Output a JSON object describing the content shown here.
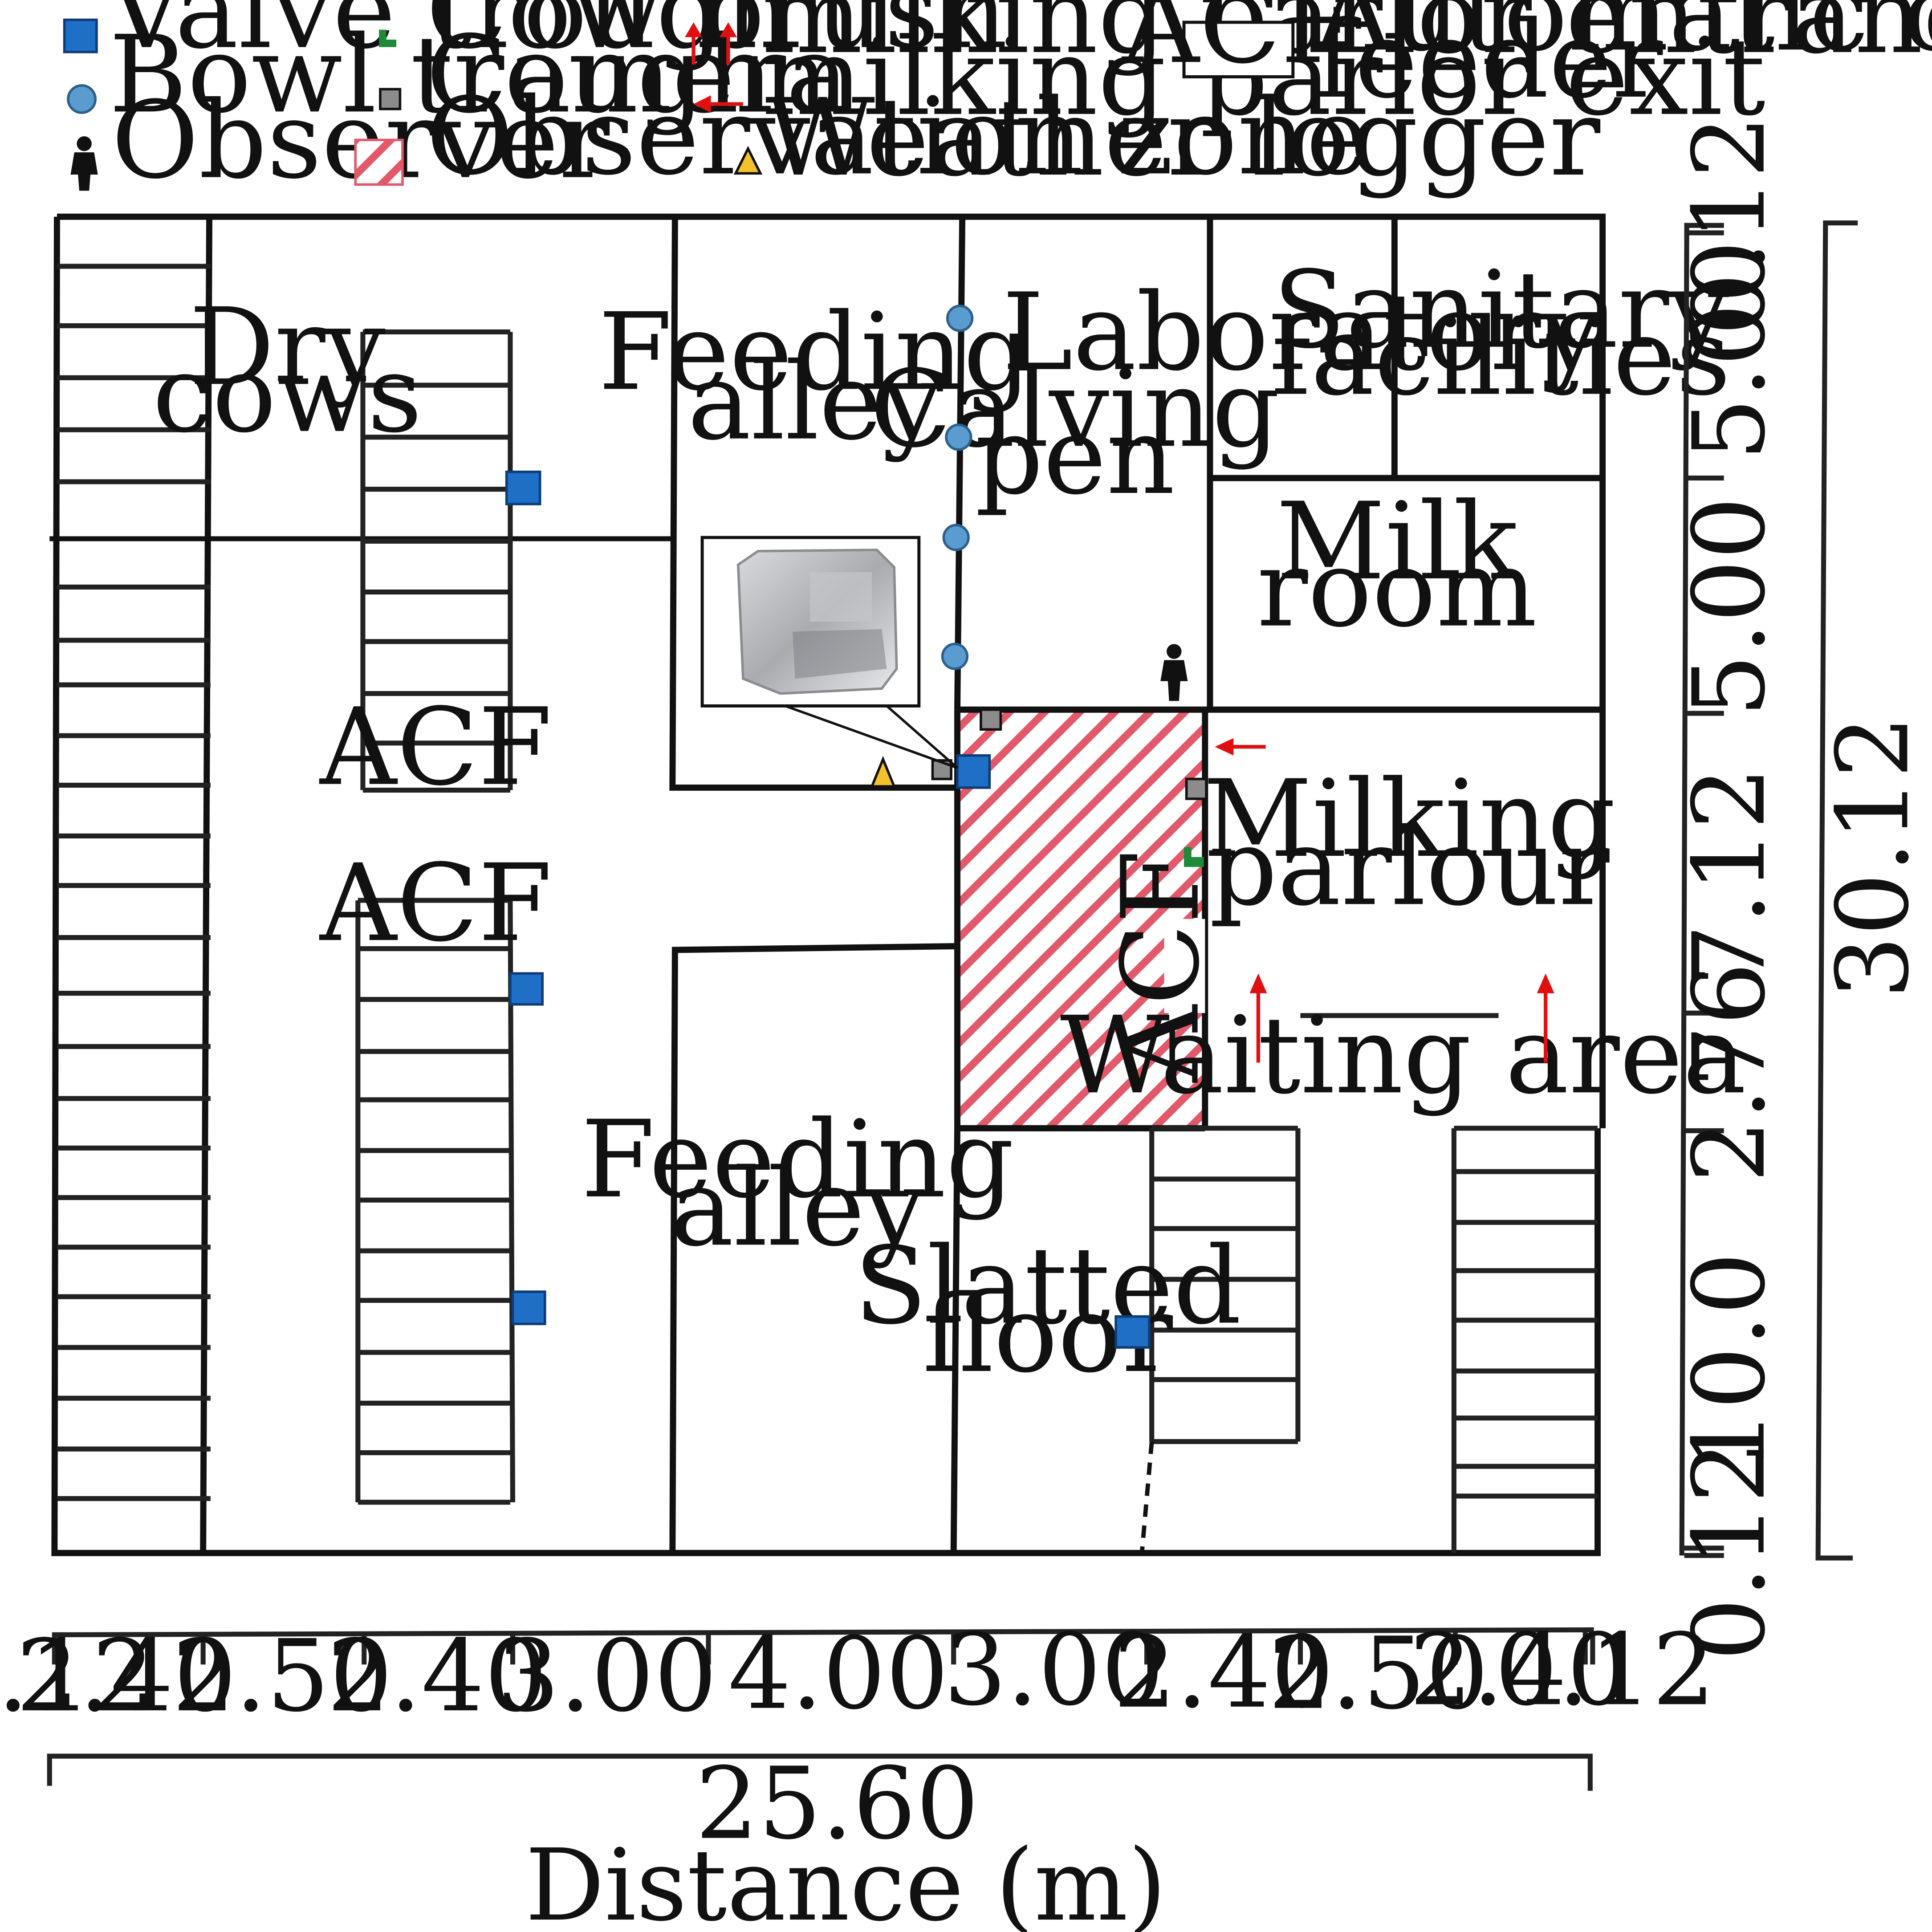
{
  "legend": {
    "valve_trough": "Valve trough",
    "bowl_trough": "Bowl trough",
    "observer": "Observer",
    "cow_brush": "Cow brush",
    "camera": "Camera",
    "observation_zone": "Observation zone",
    "parlor_entrance": "milking parlor entrance",
    "parlor_exit": "milking parlor exit",
    "weather_logger": "Weather logger",
    "acf_box": "ACF",
    "acf_line1": "Automatic concentrate",
    "acf_line2": "feeder"
  },
  "rooms": {
    "dry_cows_1": "Dry",
    "dry_cows_2": "cows",
    "feeding_alley_top_1": "Feeding",
    "feeding_alley_top_2": "alley",
    "calving_pen_1": "Calving",
    "calving_pen_2": "pen",
    "laboratory": "Laboratory",
    "sanitary_1": "Sanitary",
    "sanitary_2": "facilities",
    "milk_room_1": "Milk",
    "milk_room_2": "room",
    "milking_parlour_1": "Milking",
    "milking_parlour_2": "parlour",
    "waiting_area": "Waiting area",
    "feeding_alley_bottom_1": "Feeding",
    "feeding_alley_bottom_2": "alley",
    "slatted_floor_1": "Slatted",
    "slatted_floor_2": "floor",
    "acf_upper": "ACF",
    "acf_lower": "ACF",
    "acf_vertical": "ACF"
  },
  "dimensions": {
    "horizontal": [
      "0.12",
      "2.40",
      "2.50",
      "2.40",
      "3.00",
      "4.00",
      "3.00",
      "2.40",
      "2.50",
      "2.40",
      "0.12"
    ],
    "total_width": "25.60",
    "x_axis_label": "Distance (m)",
    "vertical": [
      "0.12",
      "5.00",
      "5.00",
      "7.12",
      "2.76",
      "10.0",
      "0.12"
    ],
    "total_height": "30.12"
  },
  "colors": {
    "valve_trough": "#1f6fc6",
    "bowl_trough": "#5a9bd0",
    "cow_brush": "#1e8a3a",
    "camera": "#8c8c8c",
    "observation_zone": "#e2596b",
    "arrow": "#e01010",
    "weather_logger": "#f3c12b"
  },
  "icons": {
    "valve_trough": "blue-square-icon",
    "bowl_trough": "blue-circle-icon",
    "observer": "person-icon",
    "cow_brush": "green-l-shape-icon",
    "camera": "grey-square-icon",
    "observation_zone": "red-hatch-icon",
    "parlor_entrance": "up-arrow-icon",
    "parlor_exit": "left-arrow-icon",
    "weather_logger": "yellow-triangle-icon",
    "trough_photo": "trough-photo-icon"
  }
}
